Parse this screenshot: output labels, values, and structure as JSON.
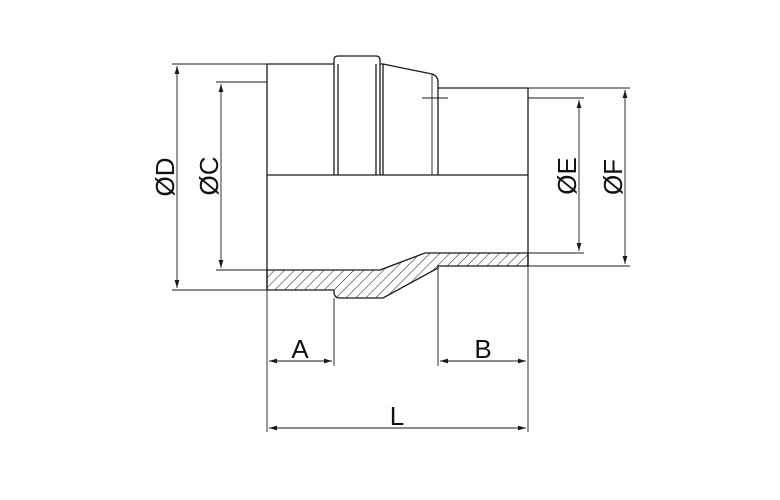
{
  "labels": {
    "a": "A",
    "b": "B",
    "l": "L",
    "c": "ØC",
    "d": "ØD",
    "e": "ØE",
    "f": "ØF"
  },
  "colors": {
    "line": "#1a1a1a",
    "background": "#ffffff"
  }
}
